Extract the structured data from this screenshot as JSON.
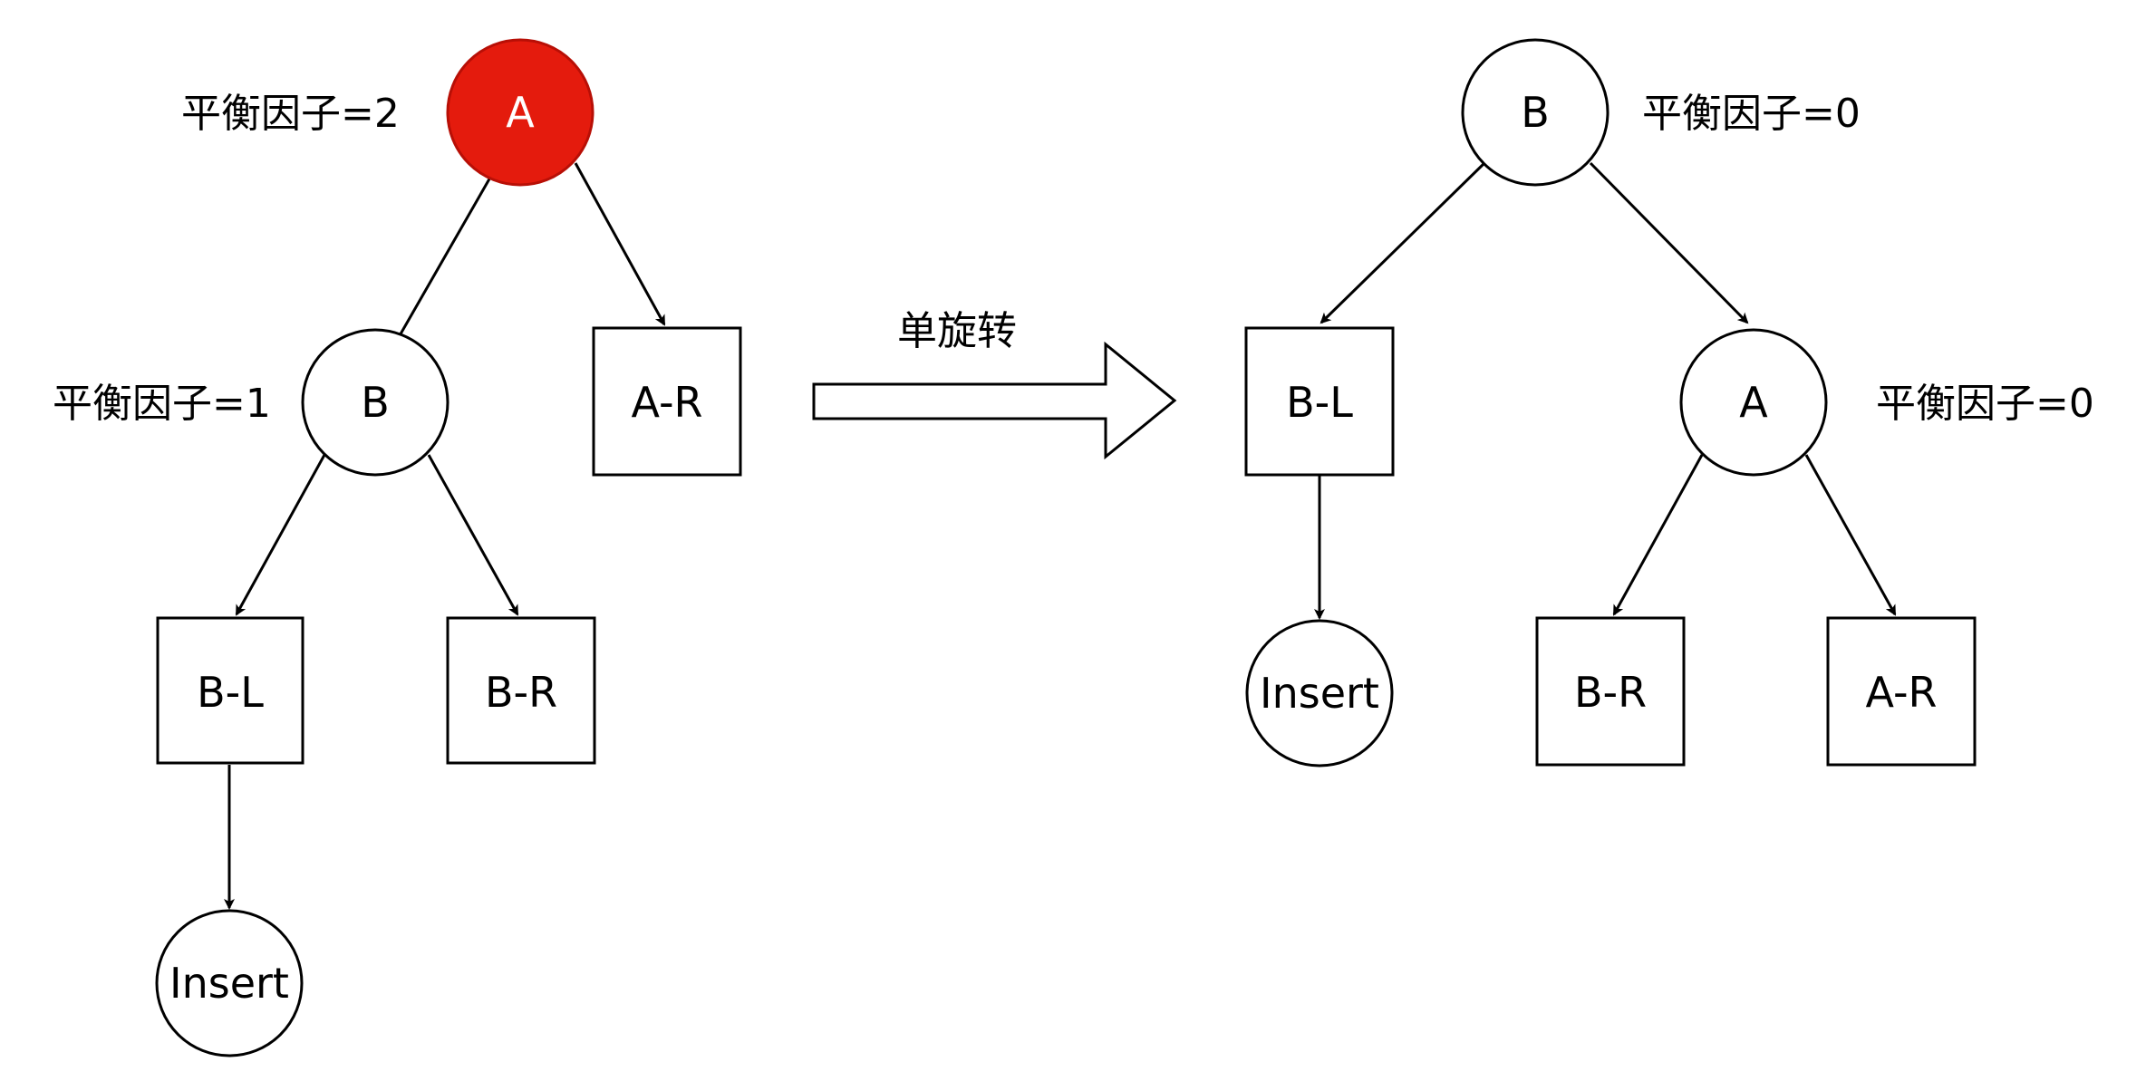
{
  "colors": {
    "highlight_fill": "#e41b0d",
    "highlight_stroke": "#b80f06",
    "node_fill": "#ffffff",
    "stroke": "#000000"
  },
  "before": {
    "root": {
      "label": "A",
      "balance": "平衡因子=2"
    },
    "left": {
      "label": "B",
      "balance": "平衡因子=1"
    },
    "right": {
      "label": "A-R"
    },
    "left_left": {
      "label": "B-L"
    },
    "left_right": {
      "label": "B-R"
    },
    "inserted": {
      "label": "Insert"
    }
  },
  "operation": {
    "label": "单旋转"
  },
  "after": {
    "root": {
      "label": "B",
      "balance": "平衡因子=0"
    },
    "left": {
      "label": "B-L"
    },
    "right": {
      "label": "A",
      "balance": "平衡因子=0"
    },
    "inserted": {
      "label": "Insert"
    },
    "right_left": {
      "label": "B-R"
    },
    "right_right": {
      "label": "A-R"
    }
  }
}
